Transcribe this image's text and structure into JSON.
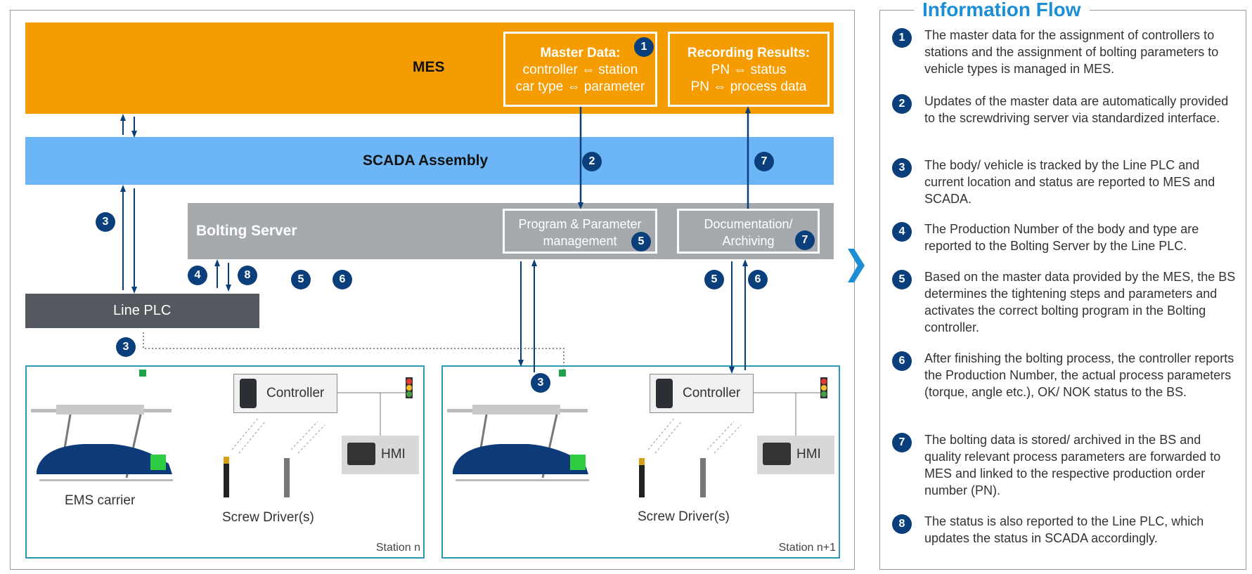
{
  "diagram": {
    "mes": {
      "label": "MES"
    },
    "master_data": {
      "title": "Master Data:",
      "line1": "controller ⇔ station",
      "line2": "car type ⇔ parameter",
      "badge": "1"
    },
    "recording_results": {
      "title": "Recording Results:",
      "line1": "PN ⇔ status",
      "line2": "PN ⇔ process data"
    },
    "scada": {
      "label": "SCADA Assembly"
    },
    "bolting_server": {
      "label": "Bolting Server"
    },
    "program_mgmt": {
      "line1": "Program & Parameter",
      "line2": "management",
      "badge": "5"
    },
    "documentation": {
      "line1": "Documentation/",
      "line2": "Archiving",
      "badge": "7"
    },
    "line_plc": {
      "label": "Line PLC"
    },
    "badges": {
      "b2": "2",
      "b7": "7",
      "b3_left": "3",
      "b4": "4",
      "b8": "8",
      "b5_left": "5",
      "b6_left": "6",
      "b5_right": "5",
      "b6_right": "6",
      "b3_bottom": "3",
      "b3_station": "3"
    },
    "station_n": {
      "label": "Station n",
      "controller": "Controller",
      "hmi": "HMI",
      "carrier": "EMS carrier",
      "drivers": "Screw Driver(s)"
    },
    "station_n1": {
      "label": "Station n+1",
      "controller": "Controller",
      "hmi": "HMI",
      "drivers": "Screw Driver(s)"
    },
    "colors": {
      "mes": "#f59c00",
      "scada": "#6cb6f7",
      "bolting": "#a6a9ad",
      "line_plc": "#53595f",
      "badge": "#0b3f7c",
      "station_border": "#2a9bb3",
      "accent": "#1b8ed6"
    }
  },
  "info_panel": {
    "title": "Information Flow",
    "items": [
      {
        "num": "1",
        "text": "The master data for the assignment of controllers to stations and the assignment of bolting parameters to vehicle types is managed in MES."
      },
      {
        "num": "2",
        "text": "Updates of the master data are automatically provided to the screwdriving server via standardized interface."
      },
      {
        "num": "3",
        "text": "The body/ vehicle is tracked by the Line PLC and current location and status are reported to MES and SCADA."
      },
      {
        "num": "4",
        "text": "The Production Number of the body and type are reported to the Bolting Server by the Line PLC."
      },
      {
        "num": "5",
        "text": "Based on the master data provided by the MES, the BS determines the tightening steps and parameters and activates the correct bolting program in the Bolting controller."
      },
      {
        "num": "6",
        "text": "After finishing the bolting process, the controller reports the Production Number, the actual process parameters (torque, angle etc.), OK/ NOK status to the BS."
      },
      {
        "num": "7",
        "text": "The bolting data is stored/ archived in the BS and quality relevant process parameters are forwarded to MES and linked to the respective production order number (PN)."
      },
      {
        "num": "8",
        "text": "The status is also reported to the Line PLC, which updates the status in SCADA accordingly."
      }
    ]
  }
}
